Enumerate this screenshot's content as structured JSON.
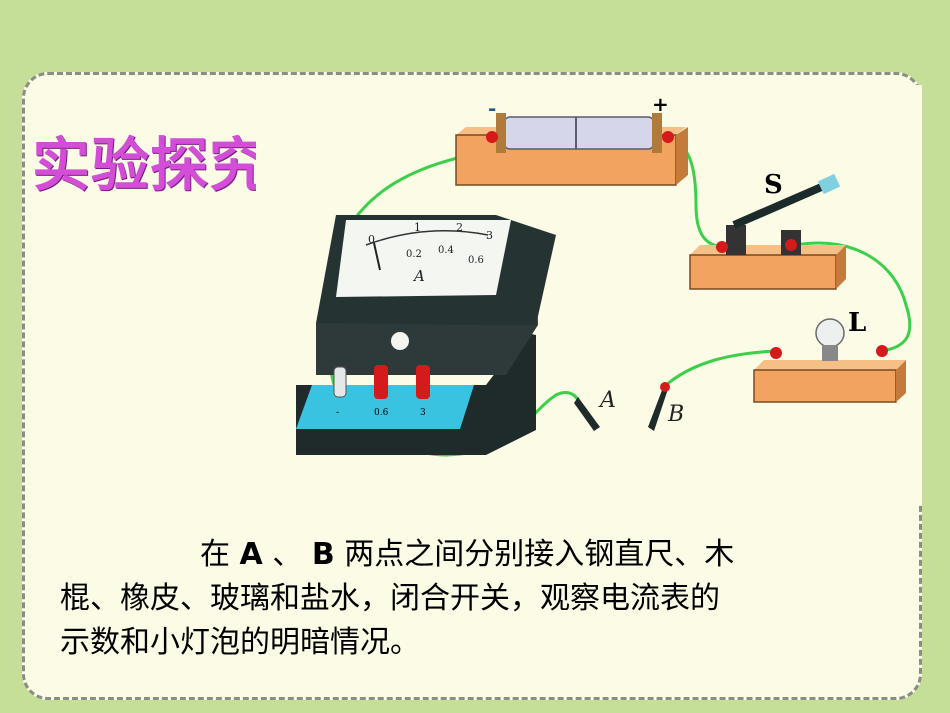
{
  "slide": {
    "heading": "实验探究:",
    "description": {
      "indent": "在",
      "point_a": "A",
      "sep": "、",
      "point_b": "B",
      "line1_rest": "两点之间分别接入钢直尺、木",
      "line2": "棍、橡皮、玻璃和盐水，闭合开关，观察电流表的",
      "line3": "示数和小灯泡的明暗情况。"
    }
  },
  "diagram": {
    "battery_minus": "-",
    "battery_plus": "+",
    "switch_label": "S",
    "lamp_label": "L",
    "probe_a_label": "A",
    "probe_b_label": "B",
    "ammeter_symbol": "A",
    "ammeter_scale_top": [
      "0",
      "1",
      "2",
      "3"
    ],
    "ammeter_scale_bottom": [
      "0.2",
      "0.4",
      "0.6"
    ],
    "ammeter_terminals": [
      "-",
      "0.6",
      "3"
    ],
    "colors": {
      "wire": "#3ccf4a",
      "wood": "#f1a35f",
      "meter_body": "#1f2a2a",
      "meter_base": "#39c3e0",
      "terminal_red": "#d41a1a",
      "diagram_bg": "#fbfbe6"
    }
  }
}
